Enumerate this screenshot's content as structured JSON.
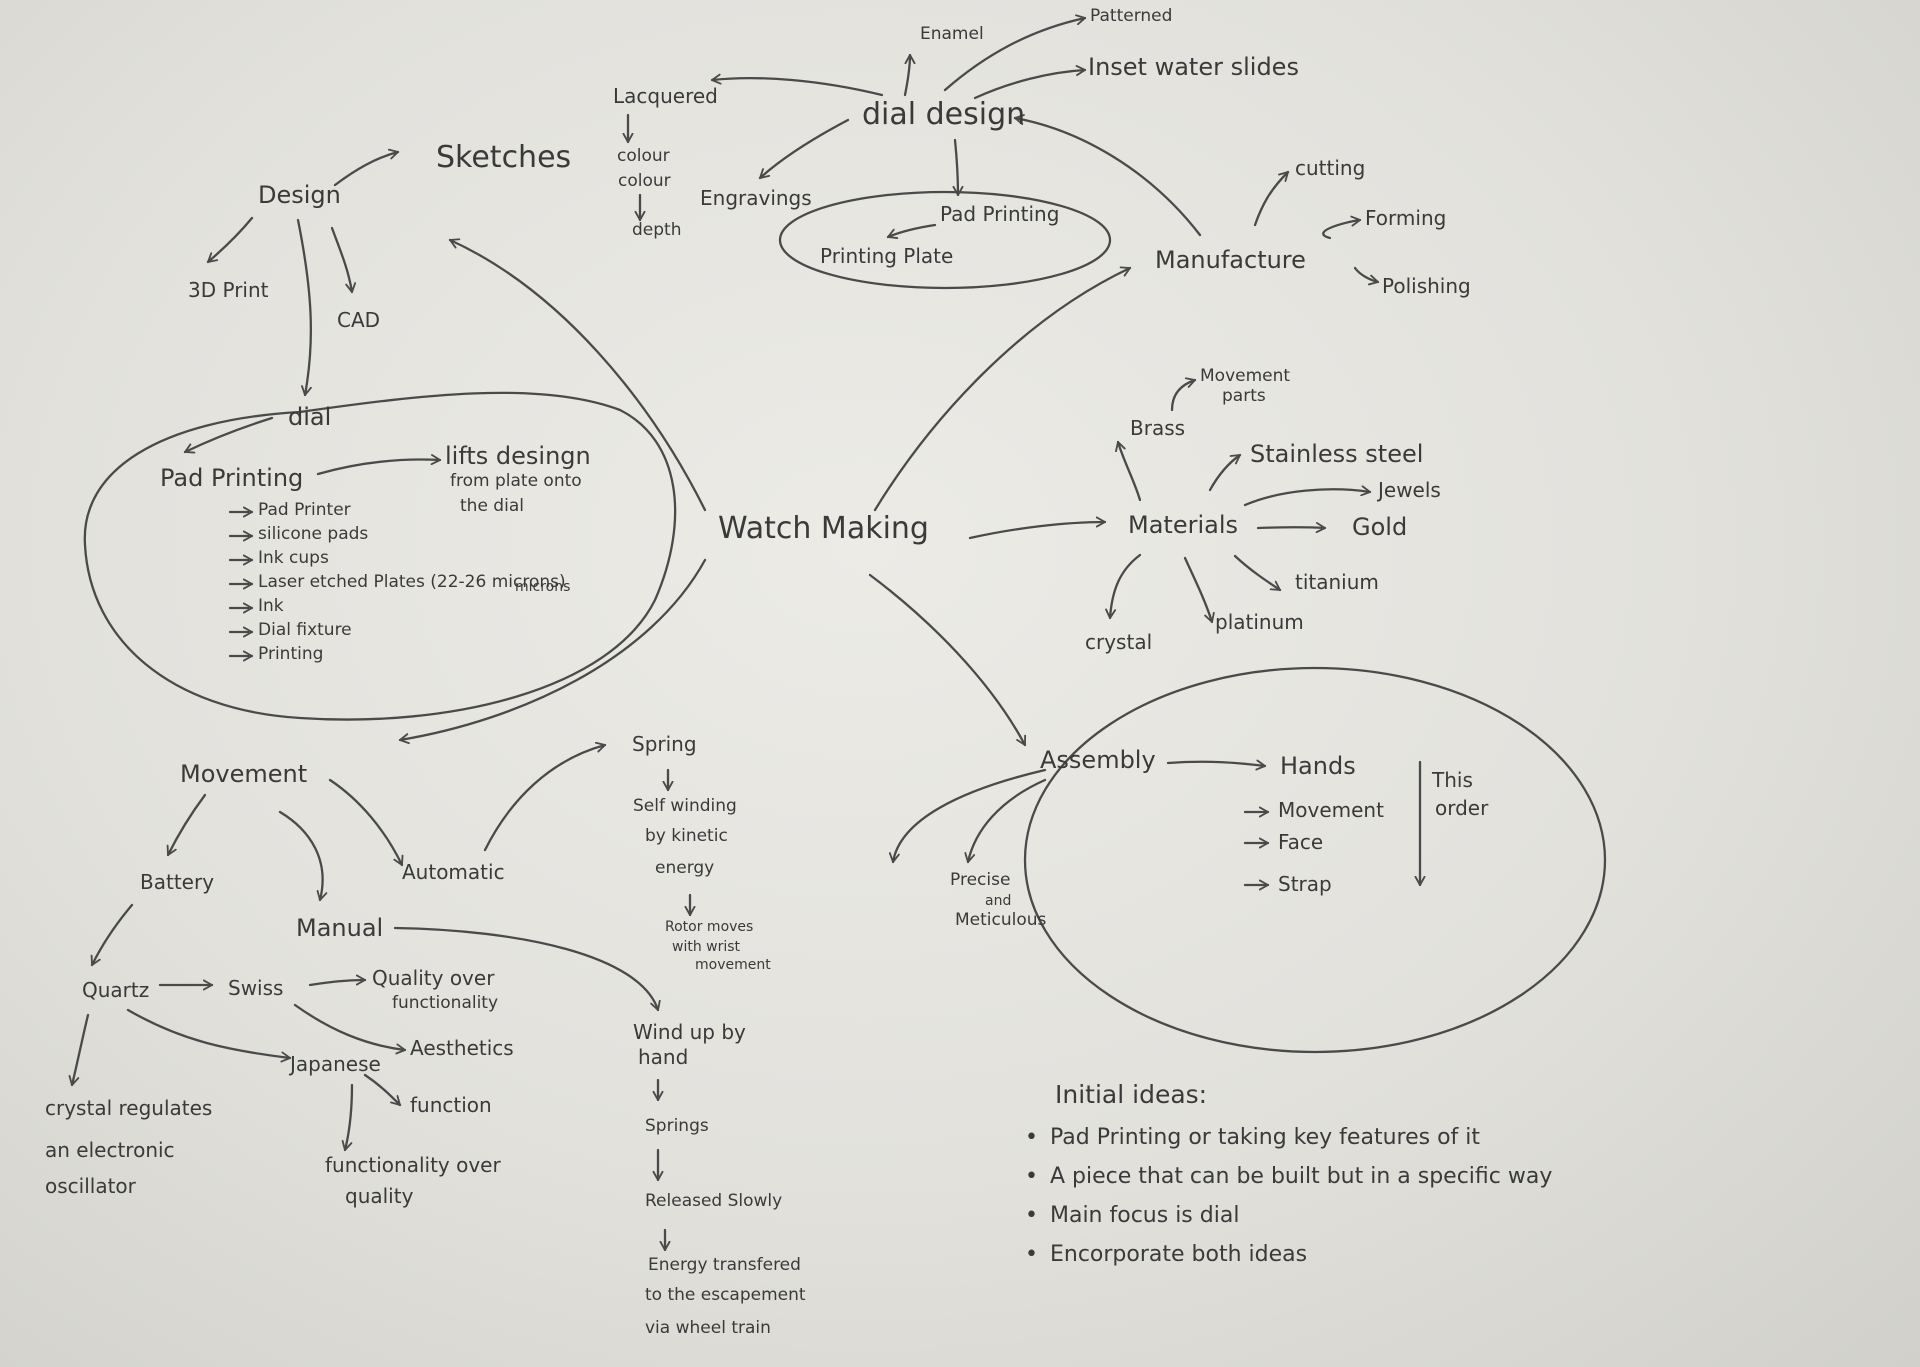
{
  "nodes": {
    "design": "Design",
    "sketches": "Sketches",
    "print3d": "3D Print",
    "cad": "CAD",
    "dial": "dial",
    "pad_printing": "Pad Printing",
    "lifts_design": "lifts desingn",
    "lifts_design_2": "from plate onto",
    "lifts_design_3": "the dial",
    "pad_list": [
      "Pad Printer",
      "silicone pads",
      "Ink cups",
      "Laser etched Plates (22-26 microns)",
      "Ink",
      "Dial fixture",
      "Printing"
    ],
    "pad_list_note": "microns",
    "dial_design": "dial design",
    "enamel": "Enamel",
    "patterned": "Patterned",
    "inset": "Inset water slides",
    "lacquered": "Lacquered",
    "lacquered_strike": "colour",
    "colour": "colour",
    "depth": "depth",
    "engravings": "Engravings",
    "pad_printing_top": "Pad Printing",
    "printing_plate": "Printing Plate",
    "manufacture": "Manufacture",
    "cutting": "cutting",
    "forming": "Forming",
    "polishing": "Polishing",
    "watch_making": "Watch Making",
    "materials": "Materials",
    "brass": "Brass",
    "movement_parts": "Movement",
    "movement_parts_2": "parts",
    "stainless": "Stainless steel",
    "jewels": "Jewels",
    "gold": "Gold",
    "titanium": "titanium",
    "platinum": "platinum",
    "crystal": "crystal",
    "movement": "Movement",
    "battery": "Battery",
    "manual": "Manual",
    "automatic": "Automatic",
    "spring": "Spring",
    "self_winding": "Self winding",
    "self_winding_2": "by kinetic",
    "self_winding_3": "energy",
    "rotor": "Rotor moves",
    "rotor_2": "with wrist",
    "rotor_3": "movement",
    "wind_up": "Wind up by",
    "wind_up_2": "hand",
    "springs": "Springs",
    "released": "Released Slowly",
    "energy": "Energy transfered",
    "energy_2": "to the escapement",
    "energy_3": "via wheel train",
    "quartz": "Quartz",
    "swiss": "Swiss",
    "quality": "Quality over",
    "quality_2": "functionality",
    "aesthetics": "Aesthetics",
    "japanese": "Japanese",
    "function": "function",
    "functionality": "functionality over",
    "functionality_2": "quality",
    "crystal_reg": "crystal regulates",
    "crystal_reg_2": "an electronic",
    "crystal_reg_3": "oscillator",
    "assembly": "Assembly",
    "hands": "Hands",
    "asm_movement": "Movement",
    "asm_face": "Face",
    "asm_strap": "Strap",
    "this_order": "This",
    "this_order_2": "order",
    "precise": "Precise",
    "precise_2": "and",
    "precise_3": "Meticulous"
  },
  "ideas": {
    "title": "Initial ideas:",
    "items": [
      "Pad Printing or taking key features of it",
      "A piece that can be built but in a specific way",
      "Main focus is dial",
      "Encorporate both ideas"
    ]
  }
}
